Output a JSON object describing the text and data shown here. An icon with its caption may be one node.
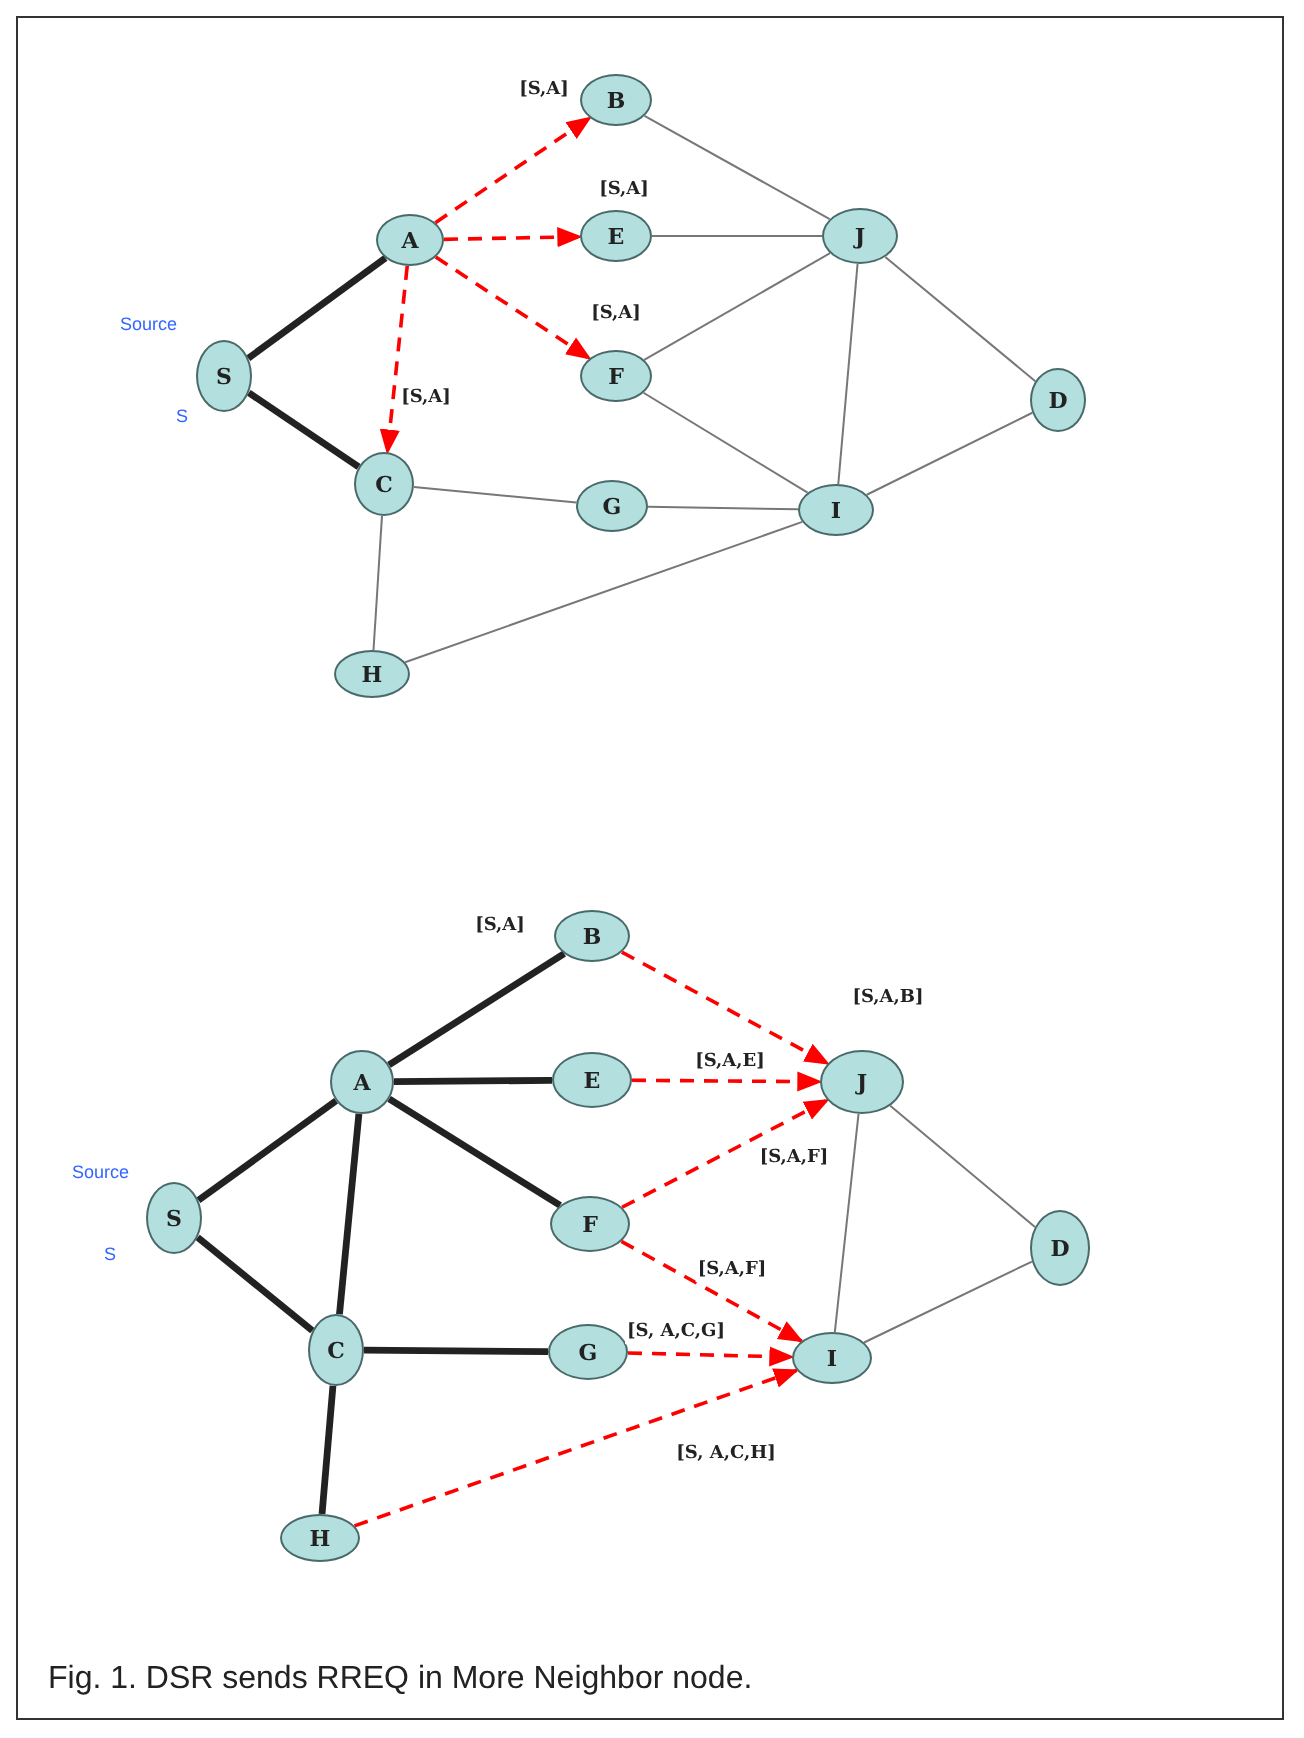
{
  "diagram": {
    "caption": "Fig. 1. DSR sends RREQ in More Neighbor node.",
    "nodes": [
      {
        "text": [
          "S"
        ],
        "beside": [
          "Source",
          "S"
        ]
      },
      {
        "text": [
          "A"
        ]
      },
      {
        "text": [
          "B"
        ]
      },
      {
        "text": [
          "E"
        ]
      },
      {
        "text": [
          "F"
        ]
      },
      {
        "text": [
          "C"
        ]
      },
      {
        "text": [
          "G"
        ]
      },
      {
        "text": [
          "J"
        ]
      },
      {
        "text": [
          "I"
        ]
      },
      {
        "text": [
          "D"
        ]
      },
      {
        "text": [
          "H"
        ]
      },
      {
        "text": [
          "S"
        ],
        "beside": [
          "Source",
          "S"
        ]
      },
      {
        "text": [
          "A"
        ]
      },
      {
        "text": [
          "B"
        ]
      },
      {
        "text": [
          "E"
        ]
      },
      {
        "text": [
          "F"
        ]
      },
      {
        "text": [
          "C"
        ]
      },
      {
        "text": [
          "G"
        ]
      },
      {
        "text": [
          "J"
        ]
      },
      {
        "text": [
          "I"
        ]
      },
      {
        "text": [
          "D"
        ]
      },
      {
        "text": [
          "H"
        ]
      }
    ],
    "edges": [
      {
        "from": 0,
        "to": 1,
        "arrow": "none",
        "style": "thick"
      },
      {
        "from": 0,
        "to": 5,
        "arrow": "none",
        "style": "thick"
      },
      {
        "from": 1,
        "to": 2,
        "arrow": "to",
        "label": "[S,A]",
        "style": "dashed",
        "color": "#ff0000"
      },
      {
        "from": 1,
        "to": 3,
        "arrow": "to",
        "label": "[S,A]",
        "style": "dashed",
        "color": "#ff0000"
      },
      {
        "from": 1,
        "to": 4,
        "arrow": "to",
        "label": "[S,A]",
        "style": "dashed",
        "color": "#ff0000"
      },
      {
        "from": 1,
        "to": 5,
        "arrow": "to",
        "label": "[S,A]",
        "style": "dashed",
        "color": "#ff0000"
      },
      {
        "from": 2,
        "to": 7,
        "arrow": "none"
      },
      {
        "from": 3,
        "to": 7,
        "arrow": "none"
      },
      {
        "from": 4,
        "to": 7,
        "arrow": "none"
      },
      {
        "from": 4,
        "to": 8,
        "arrow": "none"
      },
      {
        "from": 5,
        "to": 6,
        "arrow": "none"
      },
      {
        "from": 6,
        "to": 8,
        "arrow": "none"
      },
      {
        "from": 5,
        "to": 10,
        "arrow": "none"
      },
      {
        "from": 10,
        "to": 8,
        "arrow": "none"
      },
      {
        "from": 7,
        "to": 8,
        "arrow": "none"
      },
      {
        "from": 7,
        "to": 9,
        "arrow": "none"
      },
      {
        "from": 8,
        "to": 9,
        "arrow": "none"
      },
      {
        "from": 11,
        "to": 12,
        "arrow": "none",
        "style": "thick"
      },
      {
        "from": 11,
        "to": 16,
        "arrow": "none",
        "style": "thick"
      },
      {
        "from": 12,
        "to": 13,
        "arrow": "none",
        "label": "[S,A]",
        "style": "thick"
      },
      {
        "from": 12,
        "to": 14,
        "arrow": "none",
        "style": "thick"
      },
      {
        "from": 12,
        "to": 15,
        "arrow": "none",
        "style": "thick"
      },
      {
        "from": 12,
        "to": 16,
        "arrow": "none",
        "style": "thick"
      },
      {
        "from": 16,
        "to": 17,
        "arrow": "none",
        "style": "thick"
      },
      {
        "from": 16,
        "to": 21,
        "arrow": "none",
        "style": "thick"
      },
      {
        "from": 13,
        "to": 18,
        "arrow": "to",
        "label": "[S,A,B]",
        "style": "dashed",
        "color": "#ff0000"
      },
      {
        "from": 14,
        "to": 18,
        "arrow": "to",
        "label": "[S,A,E]",
        "style": "dashed",
        "color": "#ff0000"
      },
      {
        "from": 15,
        "to": 18,
        "arrow": "to",
        "label": "[S,A,F]",
        "style": "dashed",
        "color": "#ff0000"
      },
      {
        "from": 15,
        "to": 19,
        "arrow": "to",
        "label": "[S,A,F]",
        "style": "dashed",
        "color": "#ff0000"
      },
      {
        "from": 17,
        "to": 19,
        "arrow": "to",
        "label": "[S, A,C,G]",
        "style": "dashed",
        "color": "#ff0000"
      },
      {
        "from": 21,
        "to": 19,
        "arrow": "to",
        "label": "[S, A,C,H]",
        "style": "dashed",
        "color": "#ff0000"
      },
      {
        "from": 18,
        "to": 19,
        "arrow": "none"
      },
      {
        "from": 18,
        "to": 20,
        "arrow": "none"
      },
      {
        "from": 19,
        "to": 20,
        "arrow": "none"
      }
    ]
  }
}
